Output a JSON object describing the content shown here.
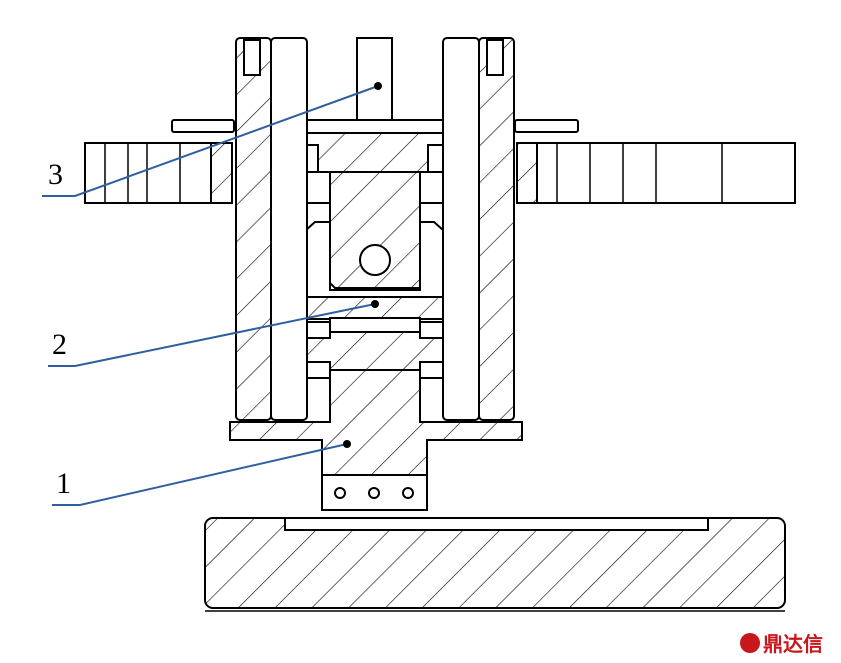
{
  "labels": {
    "part1": "1",
    "part2": "2",
    "part3": "3"
  },
  "watermark": "鼎达信",
  "colors": {
    "leader": "#2f5f9e",
    "watermark": "#c8161d"
  }
}
